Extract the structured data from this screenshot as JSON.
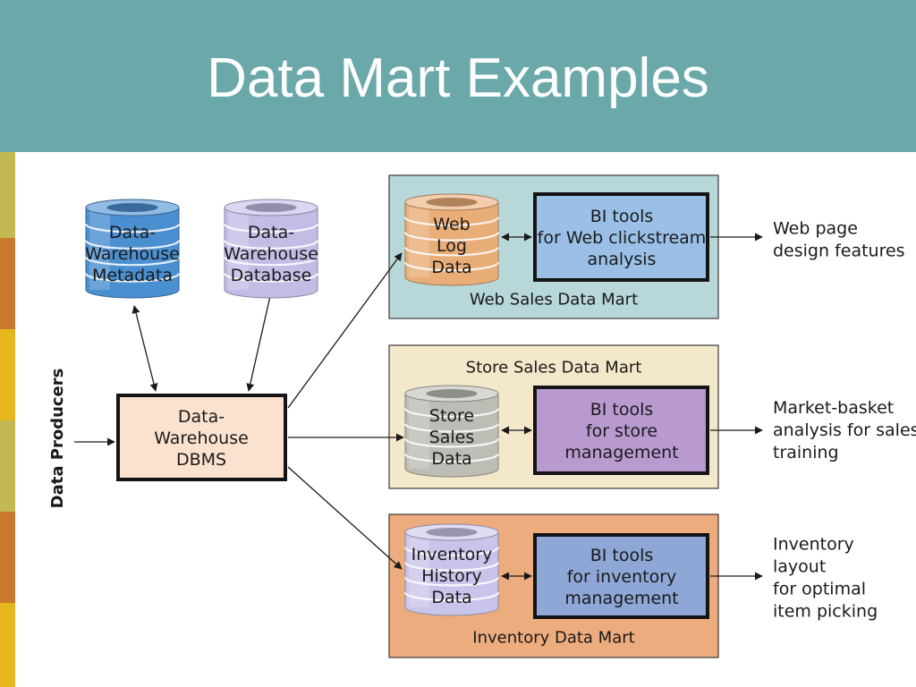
{
  "slide": {
    "title": "Data Mart Examples",
    "header_color": "#6aa8a9",
    "stripe_colors": [
      "#c4b852",
      "#c9782e",
      "#e6b61e",
      "#c4b852",
      "#c9782e",
      "#e6b61e"
    ]
  },
  "diagram": {
    "side_label": "Data Producers",
    "sources": {
      "metadata": {
        "lines": [
          "Data-",
          "Warehouse",
          "Metadata"
        ],
        "color": "#4a8fd0"
      },
      "database": {
        "lines": [
          "Data-",
          "Warehouse",
          "Database"
        ],
        "color": "#c3bde6"
      }
    },
    "dbms": {
      "lines": [
        "Data-",
        "Warehouse",
        "DBMS"
      ]
    },
    "marts": [
      {
        "name": "Web Sales Data Mart",
        "db_lines": [
          "Web",
          "Log",
          "Data"
        ],
        "tool_lines": [
          "BI tools",
          "for Web clickstream",
          "analysis"
        ],
        "output_lines": [
          "Web page",
          "design features"
        ],
        "panel_color": "#b7d7d9",
        "db_color": "#e9ad78",
        "tool_color": "#9bc0e8"
      },
      {
        "name": "Store Sales Data Mart",
        "db_lines": [
          "Store",
          "Sales",
          "Data"
        ],
        "tool_lines": [
          "BI tools",
          "for store",
          "management"
        ],
        "output_lines": [
          "Market-basket",
          "analysis for sales",
          "training"
        ],
        "panel_color": "#f3e8ca",
        "db_color": "#bdbdb6",
        "tool_color": "#b99ad0"
      },
      {
        "name": "Inventory Data Mart",
        "db_lines": [
          "Inventory",
          "History",
          "Data"
        ],
        "tool_lines": [
          "BI tools",
          "for inventory",
          "management"
        ],
        "output_lines": [
          "Inventory",
          "layout",
          "for optimal",
          "item picking"
        ],
        "panel_color": "#edac7e",
        "db_color": "#c9c5ea",
        "tool_color": "#8ea7d6"
      }
    ]
  }
}
